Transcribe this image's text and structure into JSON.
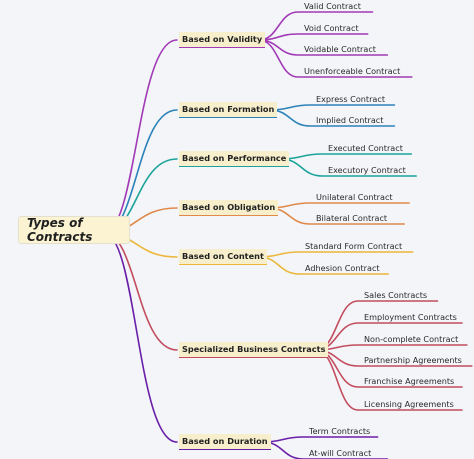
{
  "root": {
    "label": "Types of Contracts"
  },
  "branches": [
    {
      "label": "Based on Validity",
      "color": "#a23ab6",
      "children": [
        "Valid Contract",
        "Void Contract",
        "Voidable Contract",
        "Unenforceable Contract"
      ]
    },
    {
      "label": "Based on Formation",
      "color": "#2c82b8",
      "children": [
        "Express Contract",
        "Implied Contract"
      ]
    },
    {
      "label": "Based on Performance",
      "color": "#1aa39a",
      "children": [
        "Executed Contract",
        "Executory Contract"
      ]
    },
    {
      "label": "Based on Obligation",
      "color": "#e0894a",
      "children": [
        "Unilateral Contract",
        "Bilateral Contract"
      ]
    },
    {
      "label": "Based on Content",
      "color": "#ecb73a",
      "children": [
        "Standard Form Contract",
        "Adhesion Contract"
      ]
    },
    {
      "label": "Specialized Business Contracts",
      "color": "#c34d5e",
      "children": [
        "Sales Contracts",
        "Employment Contracts",
        "Non-complete Contract",
        "Partnership Agreements",
        "Franchise Agreements",
        "Licensing Agreements"
      ]
    },
    {
      "label": "Based on Duration",
      "color": "#6a1fa8",
      "children": [
        "Term Contracts",
        "At-will Contract"
      ]
    }
  ]
}
